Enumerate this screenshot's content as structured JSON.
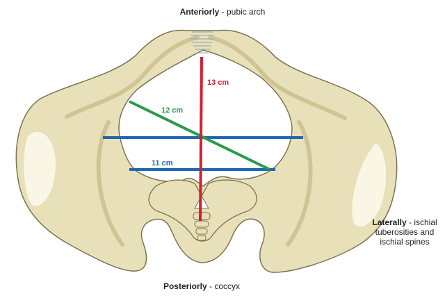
{
  "captions": {
    "anterior_bold": "Anteriorly",
    "anterior_rest": " - pubic arch",
    "posterior_bold": "Posteriorly",
    "posterior_rest": " - coccyx",
    "lateral_bold": "Laterally",
    "lateral_rest": " - ischial tuberosities and ischial spines"
  },
  "measurements": {
    "anteroposterior": "13 cm",
    "oblique": "12 cm",
    "interspinous": "11 cm"
  },
  "colors": {
    "bone_fill": "#e8e0b8",
    "bone_stroke": "#7a7350",
    "bone_shadow": "#cfc594",
    "line_red": "#d32030",
    "line_green": "#2a9a4a",
    "line_blue": "#1f67b0",
    "label_red": "#d32030",
    "label_green": "#2a9a4a",
    "label_blue": "#1f67b0"
  }
}
